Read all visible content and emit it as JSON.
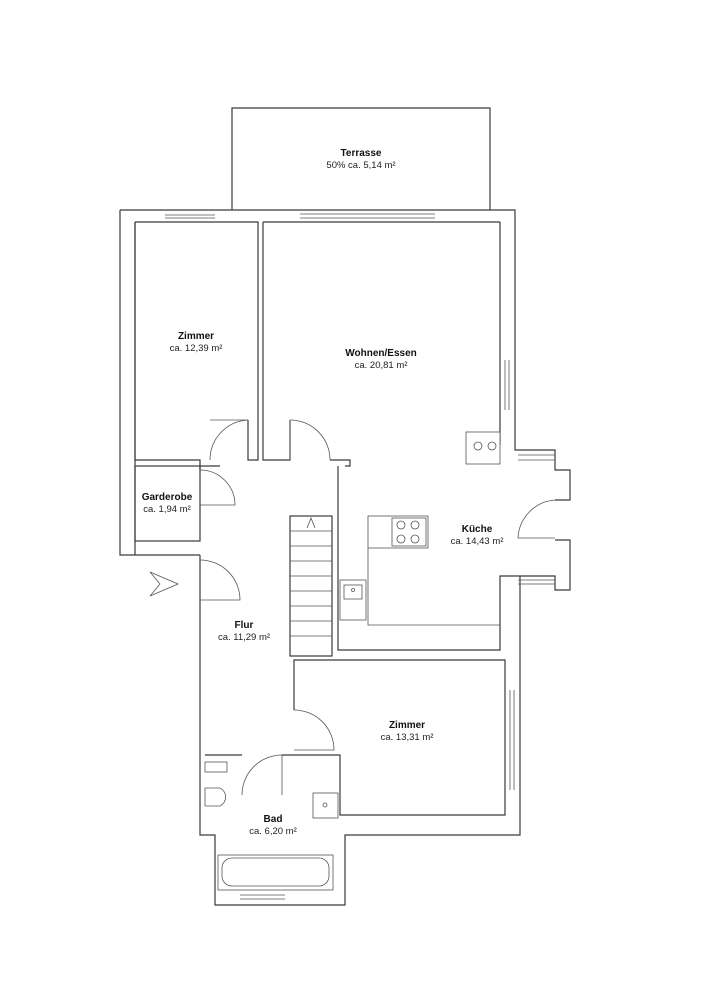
{
  "rooms": [
    {
      "id": "terrasse",
      "name": "Terrasse",
      "area": "50% ca. 5,14 m²"
    },
    {
      "id": "zimmer-1",
      "name": "Zimmer",
      "area": "ca. 12,39 m²"
    },
    {
      "id": "wohnen",
      "name": "Wohnen/Essen",
      "area": "ca. 20,81 m²"
    },
    {
      "id": "garderobe",
      "name": "Garderobe",
      "area": "ca. 1,94 m²"
    },
    {
      "id": "kueche",
      "name": "Küche",
      "area": "ca. 14,43 m²"
    },
    {
      "id": "flur",
      "name": "Flur",
      "area": "ca. 11,29 m²"
    },
    {
      "id": "zimmer-2",
      "name": "Zimmer",
      "area": "ca. 13,31 m²"
    },
    {
      "id": "bad",
      "name": "Bad",
      "area": "ca. 6,20 m²"
    }
  ],
  "colors": {
    "wall": "#3a3a3a",
    "background": "#ffffff"
  }
}
